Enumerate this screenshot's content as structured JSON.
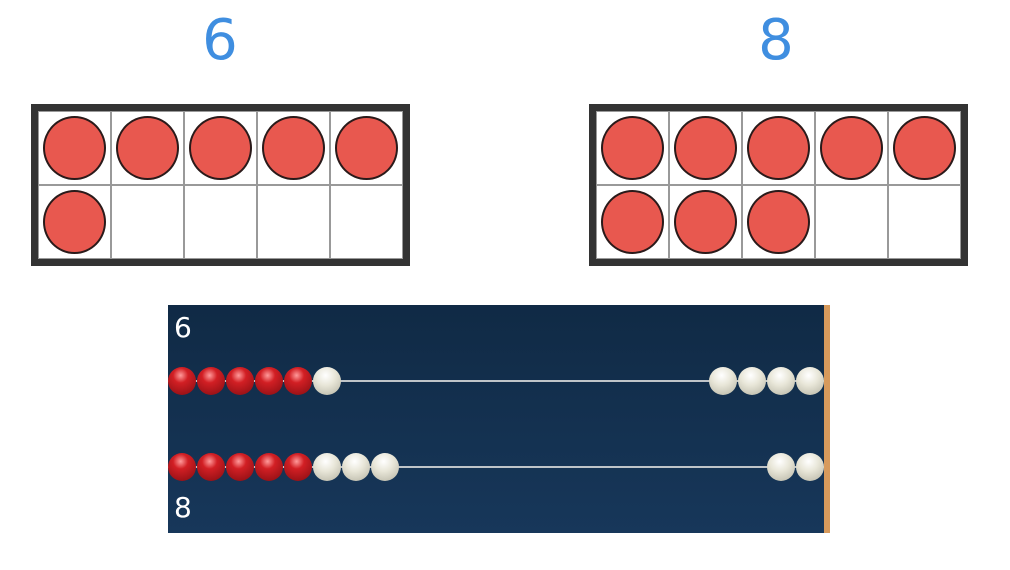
{
  "ten_frames": [
    {
      "label": "6",
      "filled": 6
    },
    {
      "label": "8",
      "filled": 8
    }
  ],
  "abacus": {
    "rows": [
      {
        "label": "6",
        "left_red": 5,
        "left_white": 1,
        "right_white": 4
      },
      {
        "label": "8",
        "left_red": 5,
        "left_white": 3,
        "right_white": 2
      }
    ],
    "colors": {
      "background": "#13304f",
      "red_bead": "#d21f24",
      "white_bead": "#e8e6d8",
      "frame_edge": "#d79a5c"
    }
  },
  "colors": {
    "number": "#3f8ee0",
    "counter": "#e8584f"
  }
}
